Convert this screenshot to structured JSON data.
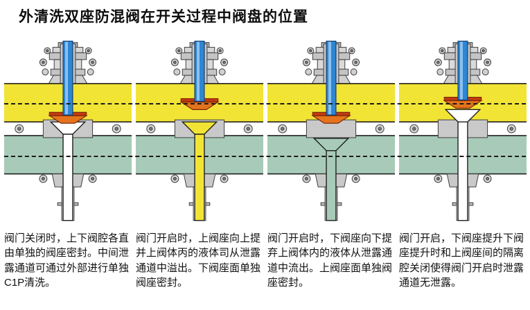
{
  "title": "外清洗双座防混阀在开关过程中阀盘的位置",
  "panels": [
    {
      "state": "closed",
      "label": "valve-closed",
      "caption": "阀门关闭时，上下阀腔各直由单独的阀座密封。中间泄露通道可通过外部进行单独C1P清洗。"
    },
    {
      "state": "upperOpen",
      "label": "upper-seat-lifted",
      "caption": "阀门开启时，上阀座向上提并上阀体丙的液体司从泄露通道中溢出。下阀座面单独阀座密封。"
    },
    {
      "state": "lowerOpen",
      "label": "lower-seat-lowered",
      "caption": "阀门开启时，下阀座向下提弃上阀体内的液体从泄露通道中流出。上阀座面单独阀座密封。"
    },
    {
      "state": "bothOpen",
      "label": "valve-fully-open",
      "caption": "阀门开启，下阀座提升下阀座提升时和上阀座间的隔离腔关闭使得阀门开启时泄露通道无泄露。"
    }
  ],
  "colors": {
    "upper_pipe_yellow": "#f2e435",
    "lower_pipe_teal": "#a8cbb9",
    "stem_blue": "#2f86d2",
    "disc_orange": "#e4731d",
    "disc_rim_red": "#c13a10",
    "body_gray": "#c9c9c9",
    "outline": "#1e1e1e"
  }
}
